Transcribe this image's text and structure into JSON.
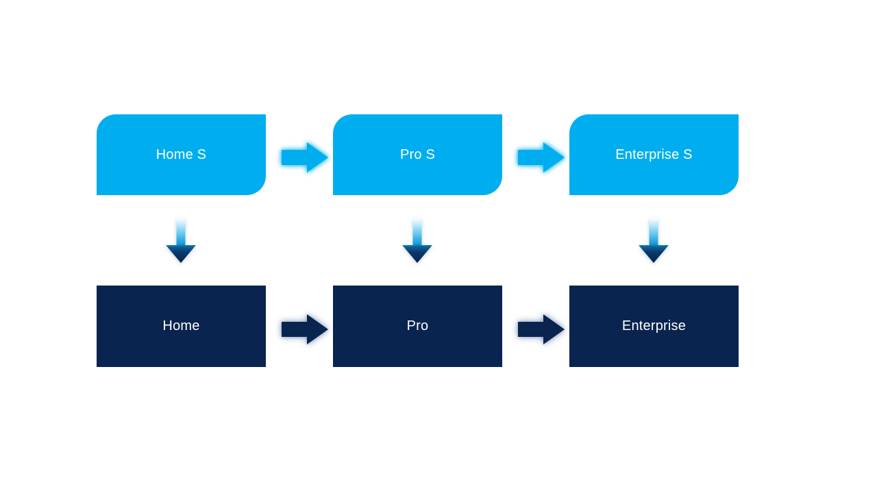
{
  "diagram": {
    "type": "process-flow",
    "columns": [
      {
        "top_label": "Home S",
        "bottom_label": "Home"
      },
      {
        "top_label": "Pro S",
        "bottom_label": "Pro"
      },
      {
        "top_label": "Enterprise S",
        "bottom_label": "Enterprise"
      }
    ],
    "colors": {
      "background": "#FFFFFF",
      "top_box_fill": "#00AEEF",
      "bottom_box_fill": "#0A2450",
      "text": "#FFFFFF",
      "arrow_light": "#00AEEF",
      "arrow_dark": "#0A2450"
    }
  }
}
